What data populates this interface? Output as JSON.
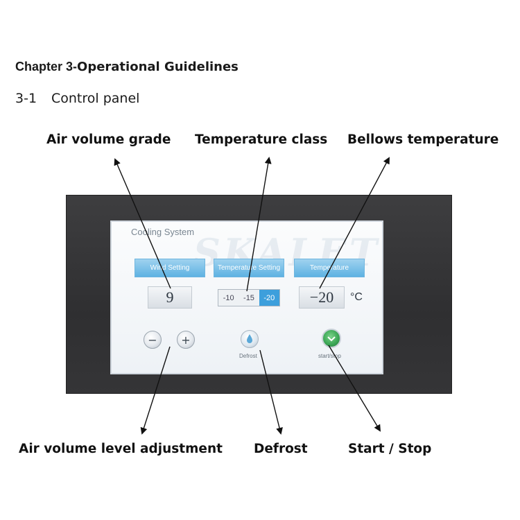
{
  "heading": {
    "prefix": "Chapter 3-",
    "rest": "Operational Guidelines"
  },
  "subheading": {
    "number": "3-1",
    "text": "Control panel"
  },
  "callouts": {
    "air_volume_grade": "Air volume grade",
    "temperature_class": "Temperature class",
    "bellows_temperature": "Bellows temperature",
    "air_volume_level_adjustment": "Air volume level adjustment",
    "defrost": "Defrost",
    "start_stop": "Start / Stop"
  },
  "screen": {
    "title": "Cooling System",
    "watermark": "SKALET",
    "wind_setting_label": "Wind Setting",
    "wind_value": "9",
    "temperature_setting_label": "Temperature Setting",
    "class_options": [
      "-10",
      "-15",
      "-20"
    ],
    "class_selected": "-20",
    "temperature_label": "Temperature",
    "temperature_value": "−20",
    "temperature_unit": "°C",
    "minus_symbol": "−",
    "plus_symbol": "+",
    "defrost_label": "Defrost",
    "start_stop_label": "start/stop"
  },
  "colors": {
    "tile_blue": "#5eb2e2",
    "selected_class": "#3d9fdc",
    "start_green": "#3da857",
    "bezel": "#333335"
  }
}
